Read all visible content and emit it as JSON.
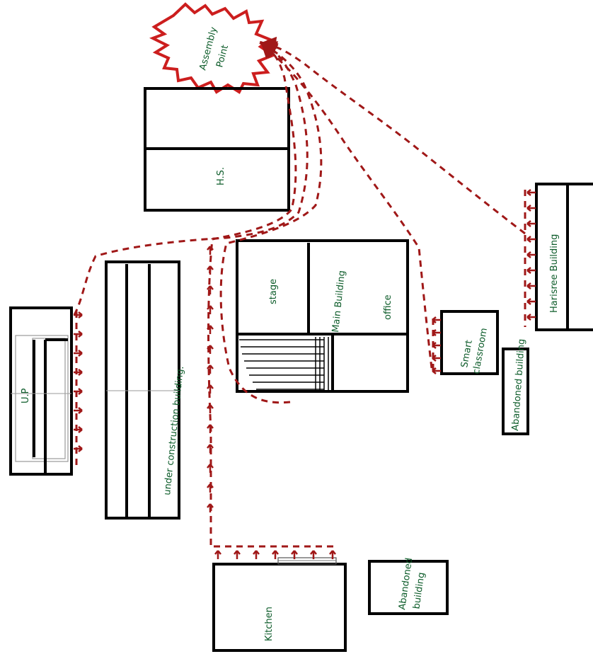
{
  "labels": {
    "assembly": [
      "Assembly",
      "Point"
    ],
    "hs": "H.S.",
    "stage": "stage",
    "main": "Main Building",
    "office": "office",
    "up": "U.P",
    "under": "under construction building.",
    "smart": [
      "Smart",
      "classroom"
    ],
    "abandoned_right": "Abandoned building",
    "abandoned_bottom": [
      "Abandoned",
      "building"
    ],
    "kitchen": "Kitchen",
    "harisree": "Harisree Building"
  },
  "colors": {
    "route": "#a01818",
    "outline": "#000000",
    "label": "#0d5c2a",
    "assembly": "#cc1e1e"
  }
}
